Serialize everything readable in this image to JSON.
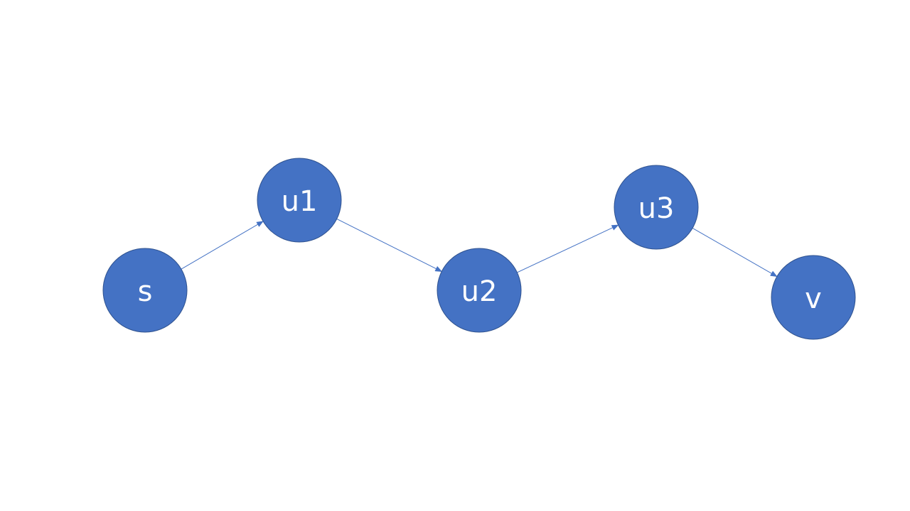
{
  "colors": {
    "node_fill": "#4472c4",
    "node_stroke": "#2f528f",
    "edge": "#4472c4",
    "label": "#ffffff",
    "background": "#ffffff"
  },
  "diagram": {
    "type": "directed-path-graph",
    "nodes": [
      {
        "id": "s",
        "label": "s"
      },
      {
        "id": "u1",
        "label": "u1"
      },
      {
        "id": "u2",
        "label": "u2"
      },
      {
        "id": "u3",
        "label": "u3"
      },
      {
        "id": "v",
        "label": "v"
      }
    ],
    "edges": [
      {
        "from": "s",
        "to": "u1"
      },
      {
        "from": "u1",
        "to": "u2"
      },
      {
        "from": "u2",
        "to": "u3"
      },
      {
        "from": "u3",
        "to": "v"
      }
    ]
  }
}
